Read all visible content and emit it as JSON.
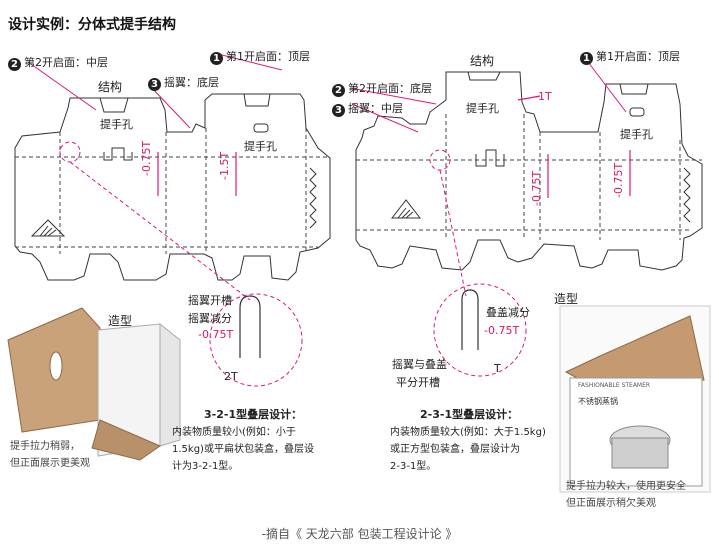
{
  "title": "设计实例：分体式提手结构",
  "left": {
    "structure_label": "结构",
    "label_1": "第1开启面：顶层",
    "label_2": "第2开启面：中层",
    "label_3": "摇翼：底层",
    "handle_hole_a": "提手孔",
    "handle_hole_b": "提手孔",
    "dim_a": "-0.75T",
    "dim_b": "-1.5T",
    "detail_1": "摇翼开槽",
    "detail_2": "摇翼减分",
    "detail_3": "-0.75T",
    "detail_4": "2T",
    "shape_label": "造型",
    "photo_caption": [
      "提手拉力稍弱，",
      "但正面展示更美观"
    ],
    "design_title": "3-2-1型叠层设计：",
    "design_text": [
      "内装物质量较小(例如：小于",
      "1.5kg)或平扁状包装盒，叠层设",
      "计为3-2-1型。"
    ]
  },
  "right": {
    "structure_label": "结构",
    "label_1": "第1开启面：顶层",
    "label_2": "第2开启面：底层",
    "label_3": "摇翼：中层",
    "handle_hole_a": "提手孔",
    "handle_hole_b": "提手孔",
    "dim_top": "-1T",
    "dim_a": "-0.75T",
    "dim_b": "-0.75T",
    "detail_1": "叠盖减分",
    "detail_2": "-0.75T",
    "detail_3": "摇翼与叠盖",
    "detail_4": "平分开槽",
    "detail_5": "T",
    "shape_label": "造型",
    "photo_caption": [
      "提手拉力较大，使用更安全",
      "但正面展示稍欠美观"
    ],
    "box_text_1": "FASHIONABLE STEAMER",
    "box_text_2": "不锈钢蒸锅",
    "design_title": "2-3-1型叠层设计：",
    "design_text": [
      "内装物质量较大(例如：大于1.5kg)",
      "或正方型包装盒，叠层设计为",
      "2-3-1型。"
    ]
  },
  "footer": "-摘自《 天龙六部 包装工程设计论 》",
  "colors": {
    "accent": "#e0187c",
    "line": "#333333"
  }
}
